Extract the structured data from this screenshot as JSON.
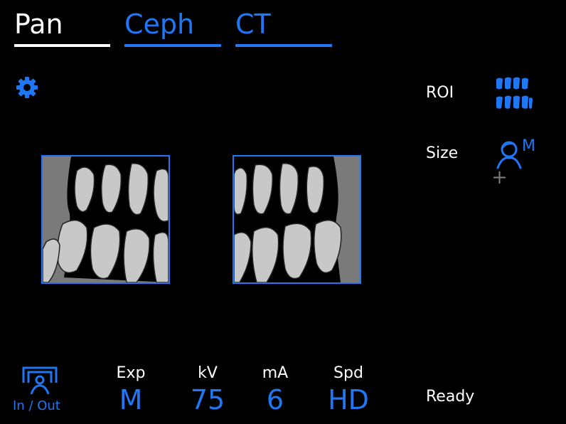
{
  "tabs": [
    {
      "label": "Pan",
      "selected": true
    },
    {
      "label": "Ceph",
      "selected": false
    },
    {
      "label": "CT",
      "selected": false
    }
  ],
  "icons": {
    "settings": "gear-icon",
    "roi": "teeth-rows-icon",
    "size": "person-size-icon",
    "in_out": "in-out-icon",
    "cursor": "crosshair-cursor-icon"
  },
  "side": {
    "roi_label": "ROI",
    "size_label": "Size",
    "size_value": "M"
  },
  "bottom": {
    "in_out_label": "In / Out",
    "params": [
      {
        "name": "Exp",
        "value": "M"
      },
      {
        "name": "kV",
        "value": "75"
      },
      {
        "name": "mA",
        "value": "6"
      },
      {
        "name": "Spd",
        "value": "HD"
      }
    ],
    "status": "Ready"
  },
  "colors": {
    "accent": "#1f77f5",
    "background": "#000000",
    "text": "#ffffff"
  }
}
